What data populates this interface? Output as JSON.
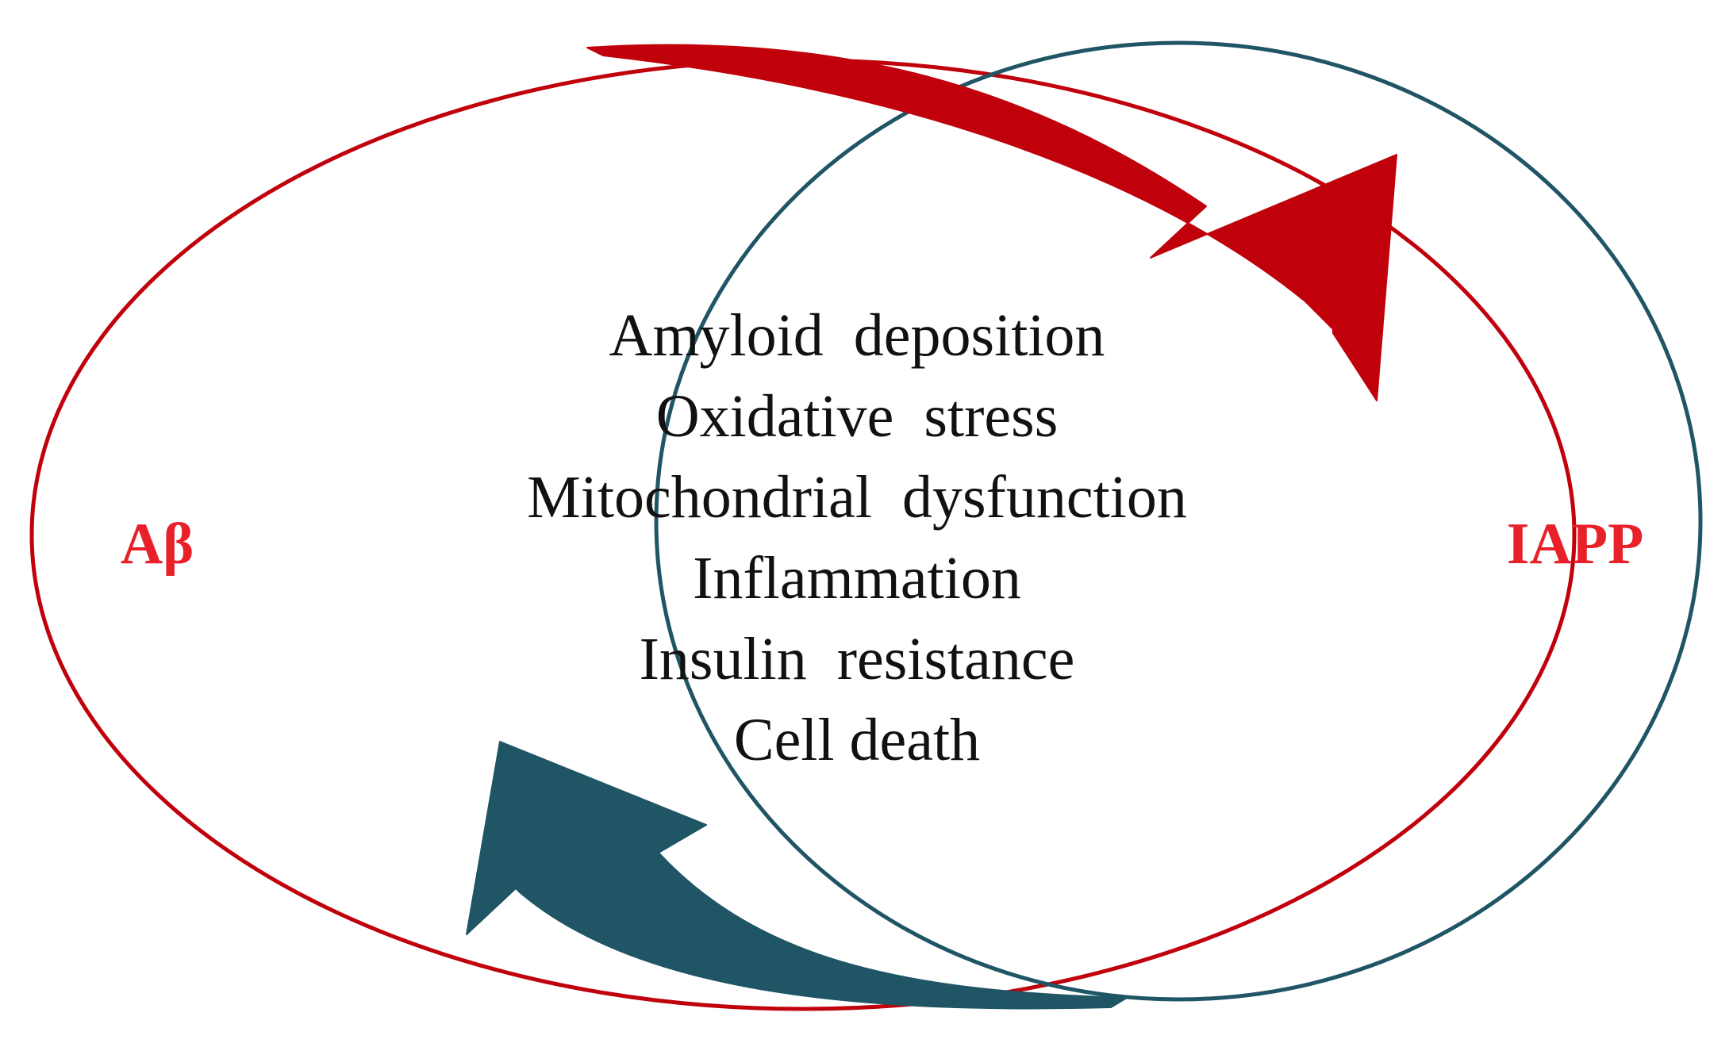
{
  "labels": {
    "left": "Aβ",
    "right": "IAPP"
  },
  "effects": [
    "Amyloid  deposition",
    "Oxidative  stress",
    "Mitochondrial  dysfunction",
    "Inflammation",
    "Insulin  resistance",
    "Cell death"
  ],
  "colors": {
    "abeta_red": "#c0000b",
    "iapp_teal": "#1f5565",
    "label_red": "#e8202a",
    "text": "#111111",
    "background": "#ffffff"
  }
}
